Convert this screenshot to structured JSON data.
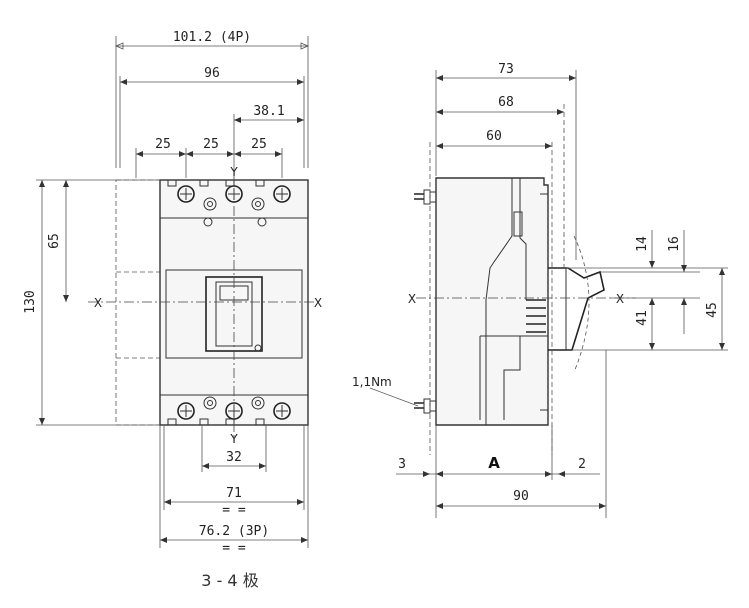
{
  "front_view": {
    "dim_overall_4p": "101.2 (4P)",
    "dim_96": "96",
    "dim_38_1": "38.1",
    "dim_pitch_1": "25",
    "dim_pitch_2": "25",
    "dim_pitch_3": "25",
    "dim_height": "130",
    "dim_65": "65",
    "dim_32": "32",
    "dim_71": "71",
    "dim_71_sym": "= =",
    "dim_3p": "76.2 (3P)",
    "dim_3p_sym": "= =",
    "axis_x_left": "X",
    "axis_x_right": "X",
    "axis_y_top": "Y",
    "axis_y_bottom": "Y"
  },
  "side_view": {
    "dim_73": "73",
    "dim_68": "68",
    "dim_60": "60",
    "dim_14": "14",
    "dim_16": "16",
    "dim_41": "41",
    "dim_45": "45",
    "dim_3": "3",
    "dim_A": "A",
    "dim_2": "2",
    "dim_90": "90",
    "torque": "1,1Nm",
    "axis_x_left": "X",
    "axis_x_right": "X"
  },
  "caption": "3 - 4 极"
}
